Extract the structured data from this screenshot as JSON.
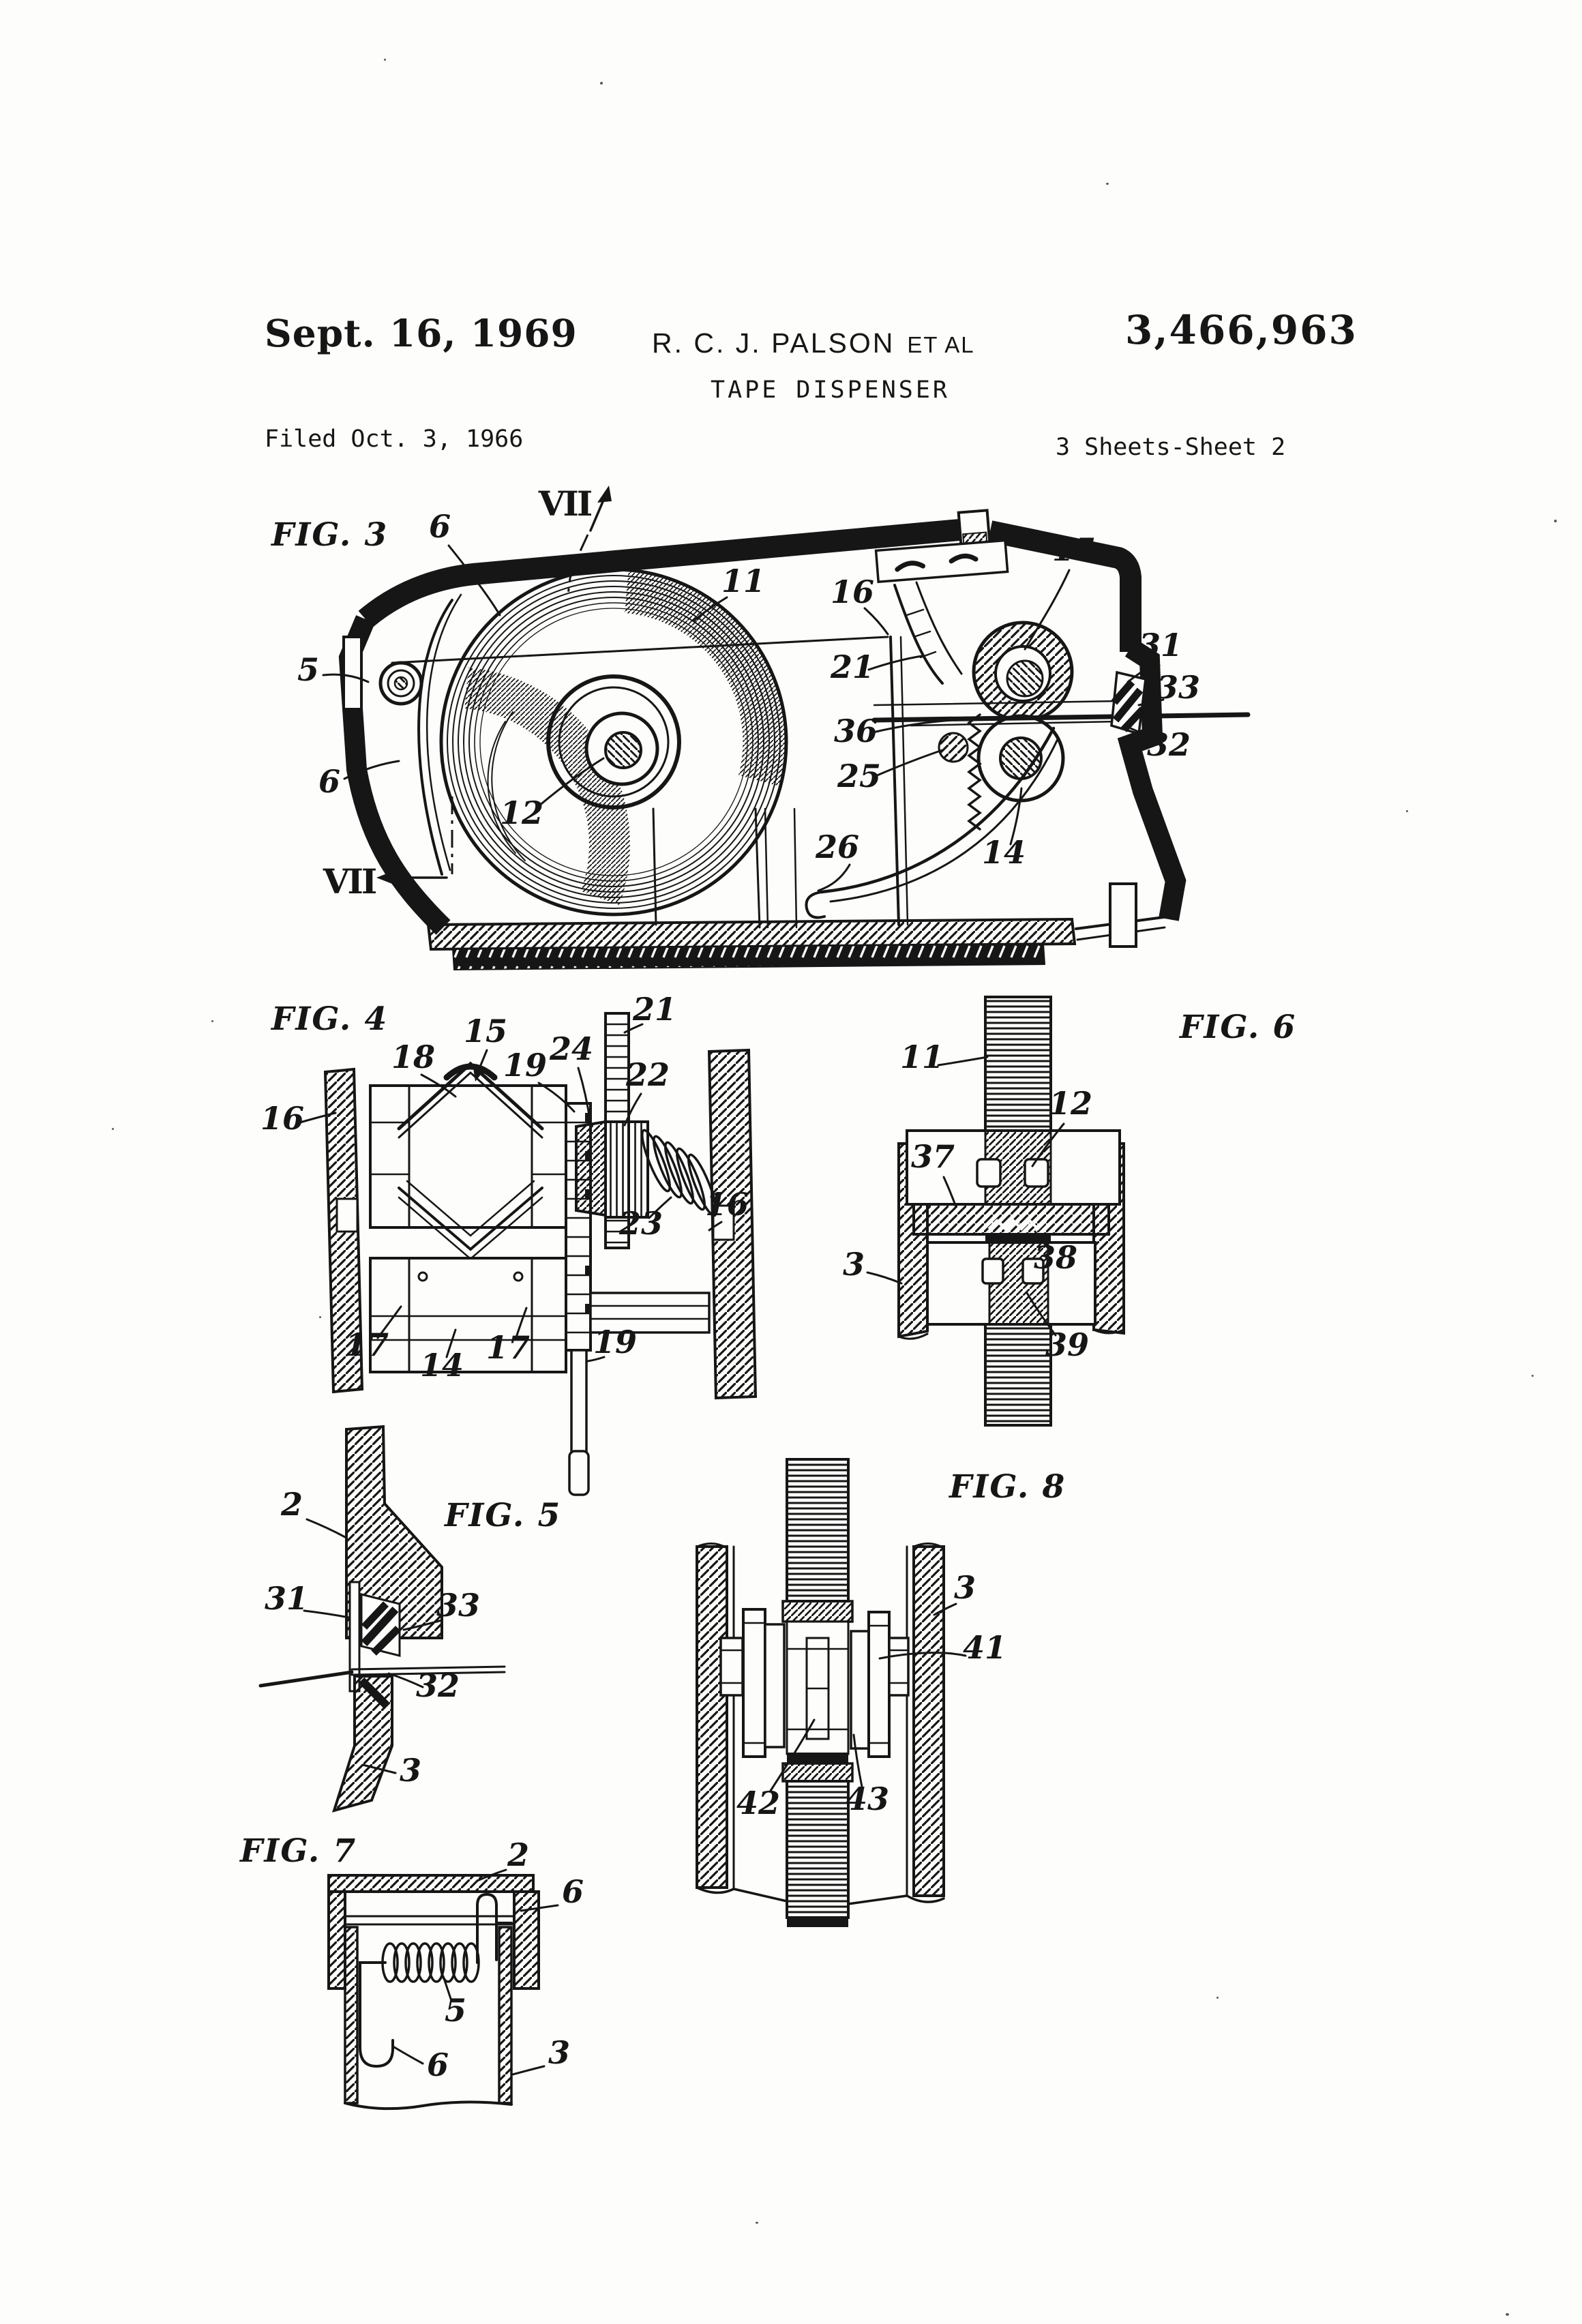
{
  "header": {
    "date": "Sept. 16, 1969",
    "inventor": "R. C. J. PALSON",
    "et_al": "ET AL",
    "patent_number": "3,466,963",
    "title": "TAPE DISPENSER",
    "filed": "Filed Oct. 3, 1966",
    "sheet_info": "3 Sheets-Sheet 2"
  },
  "figures": {
    "fig3": {
      "label": "FIG. 3",
      "section_top": "VII",
      "section_bottom": "VII",
      "callouts": {
        "c5": "5",
        "c6a": "6",
        "c6b": "6",
        "c11": "11",
        "c12": "12",
        "c14": "14",
        "c15": "15",
        "c16": "16",
        "c21": "21",
        "c25": "25",
        "c26": "26",
        "c31": "31",
        "c32": "32",
        "c33": "33",
        "c36": "36"
      }
    },
    "fig4": {
      "label": "FIG. 4",
      "callouts": {
        "c14": "14",
        "c15": "15",
        "c16l": "16",
        "c16r": "16",
        "c17a": "17",
        "c17b": "17",
        "c18": "18",
        "c19a": "19",
        "c19b": "19",
        "c21": "21",
        "c22": "22",
        "c23": "23",
        "c24": "24"
      }
    },
    "fig5": {
      "label": "FIG. 5",
      "callouts": {
        "c2": "2",
        "c3": "3",
        "c31": "31",
        "c32": "32",
        "c33": "33"
      }
    },
    "fig6": {
      "label": "FIG. 6",
      "callouts": {
        "c3": "3",
        "c11": "11",
        "c12": "12",
        "c37": "37",
        "c38": "38",
        "c39": "39"
      }
    },
    "fig7": {
      "label": "FIG. 7",
      "callouts": {
        "c2": "2",
        "c3": "3",
        "c5": "5",
        "c6a": "6",
        "c6b": "6"
      }
    },
    "fig8": {
      "label": "FIG. 8",
      "callouts": {
        "c3": "3",
        "c41": "41",
        "c42": "42",
        "c43": "43"
      }
    }
  }
}
